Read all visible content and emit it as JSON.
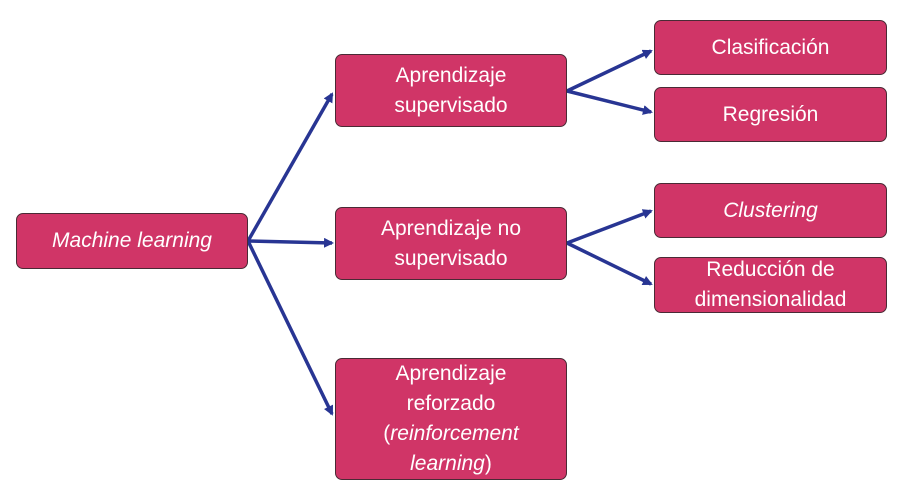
{
  "colors": {
    "node_fill": "#d03567",
    "node_border": "#4a2a35",
    "node_text": "#ffffff",
    "arrow": "#283593"
  },
  "nodes": {
    "root": {
      "text": "Machine learning"
    },
    "supervised": {
      "line1": "Aprendizaje",
      "line2": "supervisado"
    },
    "unsupervised": {
      "line1": "Aprendizaje no",
      "line2": "supervisado"
    },
    "reinforced": {
      "line1": "Aprendizaje",
      "line2": "reforzado",
      "line3_pre": "(",
      "line3_it": "reinforcement",
      "line4_it": "learning",
      "line4_post": ")"
    },
    "classification": {
      "text": "Clasificación"
    },
    "regression": {
      "text": "Regresión"
    },
    "clustering": {
      "text": "Clustering"
    },
    "dim_reduction": {
      "line1": "Reducción de",
      "line2": "dimensionalidad"
    }
  }
}
